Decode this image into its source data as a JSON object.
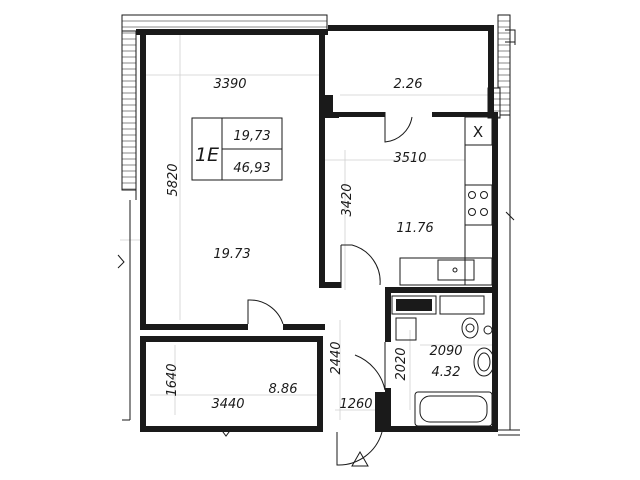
{
  "apartment": {
    "code": "1E",
    "living_area": "19,73",
    "total_area": "46,93"
  },
  "rooms": {
    "living_room": {
      "width": "3390",
      "length": "5820",
      "area": "19.73"
    },
    "balcony": {
      "area": "2.26"
    },
    "kitchen": {
      "width": "3510",
      "length": "3420",
      "area": "11.76"
    },
    "hall": {
      "width": "3440",
      "length": "1640",
      "area": "8.86"
    },
    "corridor": {
      "length": "2440",
      "width": "1260"
    },
    "bathroom": {
      "length": "2020",
      "width": "2090",
      "area": "4.32"
    }
  },
  "symbols": {
    "vent_mark": "X"
  }
}
